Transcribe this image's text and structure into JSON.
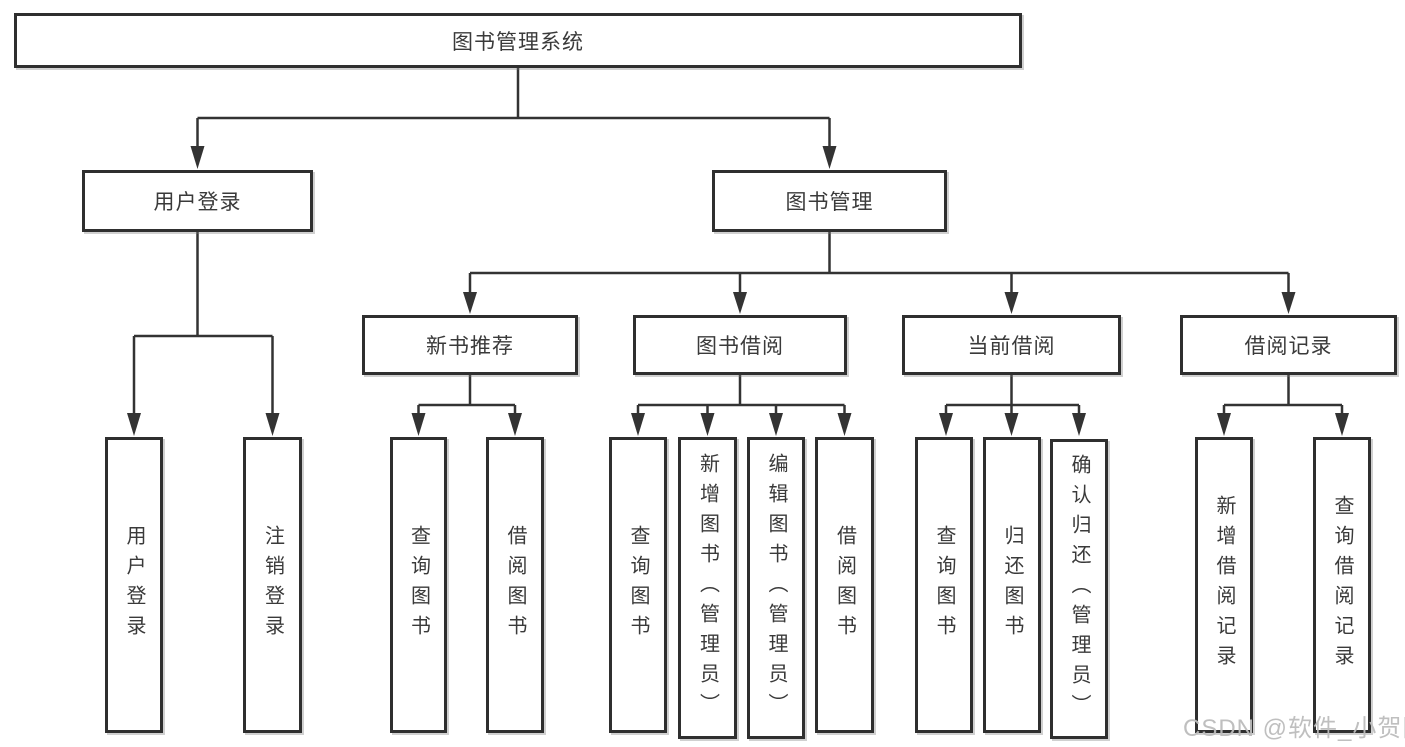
{
  "diagram": {
    "colors": {
      "border": "#2f2f2f",
      "line": "#333333",
      "text": "#3a3a3a",
      "watermark": "#bcbcbc",
      "background": "#ffffff"
    },
    "nodes": {
      "root": {
        "label": "图书管理系统"
      },
      "user_login": {
        "label": "用户登录"
      },
      "book_mgmt": {
        "label": "图书管理"
      },
      "new_book_rec": {
        "label": "新书推荐"
      },
      "book_borrow": {
        "label": "图书借阅"
      },
      "current_borrow": {
        "label": "当前借阅"
      },
      "borrow_records": {
        "label": "借阅记录"
      },
      "user_login_leaf": {
        "label": "用户登录"
      },
      "logout_leaf": {
        "label": "注销登录"
      },
      "nb_query": {
        "label": "查询图书"
      },
      "nb_borrow": {
        "label": "借阅图书"
      },
      "bb_query": {
        "label": "查询图书"
      },
      "bb_add": {
        "label": "新增图书（管理员）"
      },
      "bb_edit": {
        "label": "编辑图书（管理员）"
      },
      "bb_borrow": {
        "label": "借阅图书"
      },
      "cb_query": {
        "label": "查询图书"
      },
      "cb_return": {
        "label": "归还图书"
      },
      "cb_confirm": {
        "label": "确认归还（管理员）"
      },
      "br_add": {
        "label": "新增借阅记录"
      },
      "br_query": {
        "label": "查询借阅记录"
      }
    },
    "watermark": {
      "text": "CSDN @软件_小贺同学"
    }
  }
}
